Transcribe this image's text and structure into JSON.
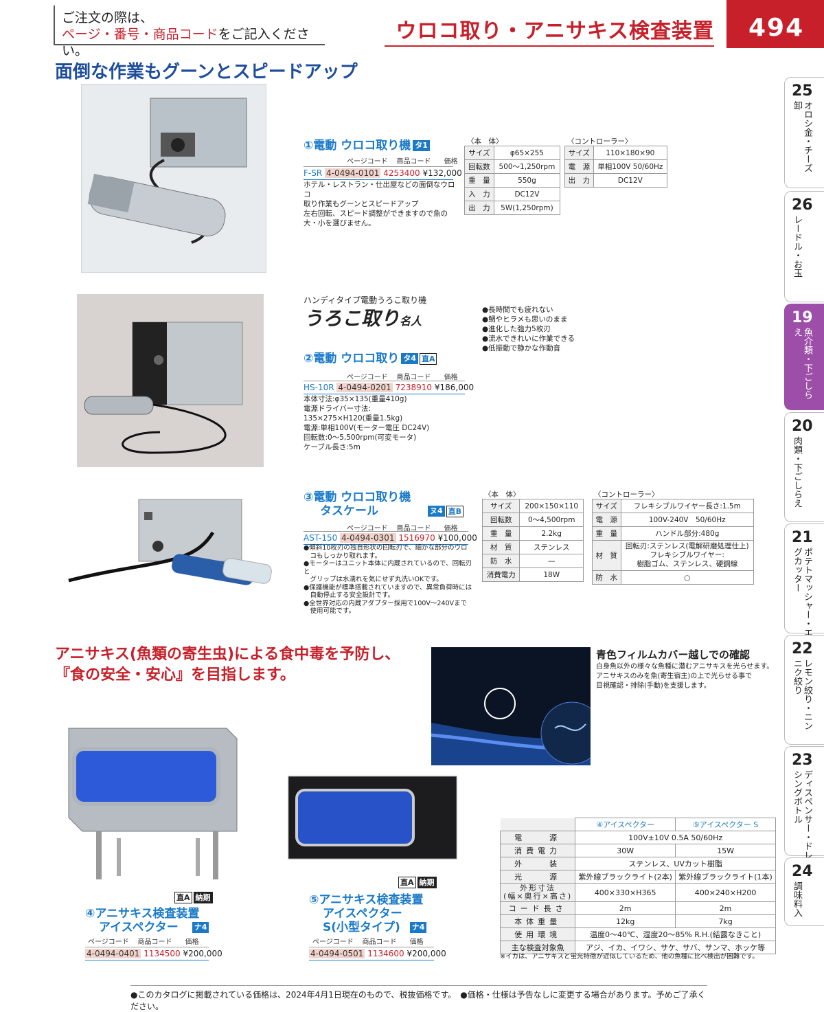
{
  "header": {
    "note_line1": "ご注文の際は、",
    "note_line2_red": "ページ・番号・商品コード",
    "note_line2_rest": "をご記入ください。",
    "category": "ウロコ取り・アニサキス検査装置",
    "page": "494"
  },
  "headline": "面倒な作業もグーンとスピードアップ",
  "code_headers": {
    "page": "ページコード",
    "product": "商品コード",
    "price": "価格"
  },
  "p1": {
    "title": "①電動 ウロコ取り機",
    "badge": "タ1",
    "model": "F-SR",
    "page_code": "4-0494-0101",
    "product_code": "4253400",
    "price": "¥132,000",
    "desc": [
      "ホテル・レストラン・仕出屋などの面倒なウロコ",
      "取り作業もグーンとスピードアップ",
      "左右回転、スピード調整ができますので魚の",
      "大・小を選びません。"
    ],
    "body_cap": "〈本　体〉",
    "body": [
      [
        "サイズ",
        "φ65×255"
      ],
      [
        "回転数",
        "500〜1,250rpm"
      ],
      [
        "重　量",
        "550g"
      ],
      [
        "入　力",
        "DC12V"
      ],
      [
        "出　力",
        "5W(1,250rpm)"
      ]
    ],
    "ctrl_cap": "〈コントローラー〉",
    "ctrl": [
      [
        "サイズ",
        "110×180×90"
      ],
      [
        "電　源",
        "単相100V  50/60Hz"
      ],
      [
        "出　力",
        "DC12V"
      ]
    ]
  },
  "p2": {
    "sub": "ハンディタイプ電動うろこ取り機",
    "brand": "うろこ取り",
    "brand_small": "名人",
    "title": "②電動 ウロコ取り",
    "badge": "タ4",
    "badge2": "直A",
    "model": "HS-10R",
    "page_code": "4-0494-0201",
    "product_code": "7238910",
    "price": "¥186,000",
    "desc": [
      "本体寸法:φ35×135(重量410g)",
      "電源ドライバー寸法:",
      "135×275×H120(重量1.5kg)",
      "電源:単相100V(モーター電圧 DC24V)",
      "回転数:0〜5,500rpm(可変モータ)",
      "ケーブル長さ:5m"
    ],
    "features": [
      "●長時間でも疲れない",
      "●鯛やヒラメも思いのまま",
      "●進化した強力5枚刃",
      "●流水できれいに作業できる",
      "●低振動で静かな作動音"
    ]
  },
  "p3": {
    "title1": "③電動 ウロコ取り機",
    "title2": "タスケール",
    "badge": "ヌ4",
    "badge2": "直B",
    "model": "AST-150",
    "page_code": "4-0494-0301",
    "product_code": "1516970",
    "price": "¥100,000",
    "desc": [
      "●傾斜10枚刃の独自形状の回転刃で、細かな部分のウロ",
      "　コもしっかり取れます。",
      "●モーターはユニット本体に内蔵されているので、回転刃と",
      "　グリップは水濡れを気にせず丸洗いOKです。",
      "●保護機能が標準搭載されていますので、異常負荷時には",
      "　自動停止する安全設計です。",
      "●全世界対応の内蔵アダプター採用で100V〜240Vまで",
      "　使用可能です。"
    ],
    "body_cap": "〈本　体〉",
    "body": [
      [
        "サイズ",
        "200×150×110"
      ],
      [
        "回転数",
        "0〜4,500rpm"
      ],
      [
        "重　量",
        "2.2kg"
      ],
      [
        "材　質",
        "ステンレス"
      ],
      [
        "防　水",
        "—"
      ],
      [
        "消費電力",
        "18W"
      ]
    ],
    "ctrl_cap": "〈コントローラー〉",
    "ctrl": [
      [
        "サイズ",
        "フレキシブルワイヤー長さ:1.5m"
      ],
      [
        "電　源",
        "100V-240V　50/60Hz"
      ],
      [
        "重　量",
        "ハンドル部分:480g"
      ],
      [
        "材　質",
        "回転刃:ステンレス(電解研磨処理仕上)\nフレキシブルワイヤー:\n樹脂ゴム、ステンレス、硬鋼線"
      ],
      [
        "防　水",
        "○"
      ]
    ]
  },
  "anisakis": {
    "head1": "アニサキス(魚類の寄生虫)による食中毒を予防し、",
    "head2": "『食の安全・安心』を目指します。",
    "film_title": "青色フィルムカバー越しでの確認",
    "film_desc": [
      "白身魚以外の様々な魚種に潜むアニサキスを光らせます。",
      "アニサキスのみを魚(寄生宿主)の上で光らせる事で",
      "目視確認・排除(手動)を支援します。"
    ]
  },
  "p4": {
    "title1": "④アニサキス検査装置",
    "title2": "アイスペクター",
    "badge": "ナ4",
    "badge2": "直A",
    "badge3": "納期",
    "page_code": "4-0494-0401",
    "product_code": "1134500",
    "price": "¥200,000"
  },
  "p5": {
    "title1": "⑤アニサキス検査装置",
    "title2": "アイスペクター",
    "title3": "S(小型タイプ)",
    "badge": "ナ4",
    "badge2": "直A",
    "badge3": "納期",
    "page_code": "4-0494-0501",
    "product_code": "1134600",
    "price": "¥200,000"
  },
  "compare": {
    "h1": "④アイスペクター",
    "h2": "⑤アイスペクター S",
    "rows": [
      [
        "電　　源",
        "100V±10V 0.5A 50/60Hz",
        ""
      ],
      [
        "消費電力",
        "30W",
        "15W"
      ],
      [
        "外　　装",
        "ステンレス、UVカット樹脂",
        ""
      ],
      [
        "光　　源",
        "紫外線ブラックライト(2本)",
        "紫外線ブラックライト(1本)"
      ],
      [
        "外形寸法\n(幅×奥行×高さ)",
        "400×330×H365",
        "400×240×H200"
      ],
      [
        "コード長さ",
        "2m",
        "2m"
      ],
      [
        "本体重量",
        "12kg",
        "7kg"
      ],
      [
        "使用環境",
        "温度0〜40℃、湿度20〜85% R.H.(結露なきこと)",
        ""
      ],
      [
        "主な検査対象魚",
        "アジ、イカ、イワシ、サケ、サバ、サンマ、ホッケ等",
        ""
      ]
    ],
    "note": "※イカは、アニサキスと蛍光特徴が近似しているため、他の魚種に比べ検出が困難です。"
  },
  "tabs": [
    {
      "n": "25",
      "t": "オロシ金・チーズ卸"
    },
    {
      "n": "26",
      "t": "レードル・お玉"
    },
    {
      "n": "19",
      "t": "魚介類・下ごしらえ"
    },
    {
      "n": "20",
      "t": "肉類・下ごしらえ"
    },
    {
      "n": "21",
      "t": "ポテトマッシャー・エッグカッター"
    },
    {
      "n": "22",
      "t": "レモン絞り・ニンニク絞り"
    },
    {
      "n": "23",
      "t": "ディスペンサー・ドレッシングボトル"
    },
    {
      "n": "24",
      "t": "調味料入"
    }
  ],
  "footer": "●このカタログに掲載されている価格は、2024年4月1日現在のもので、税抜価格です。　●価格・仕様は予告なしに変更する場合があります。予めご了承ください。",
  "colors": {
    "accent_red": "#c8202a",
    "accent_blue": "#1a7ac8",
    "active_tab": "#9c4ea9"
  }
}
